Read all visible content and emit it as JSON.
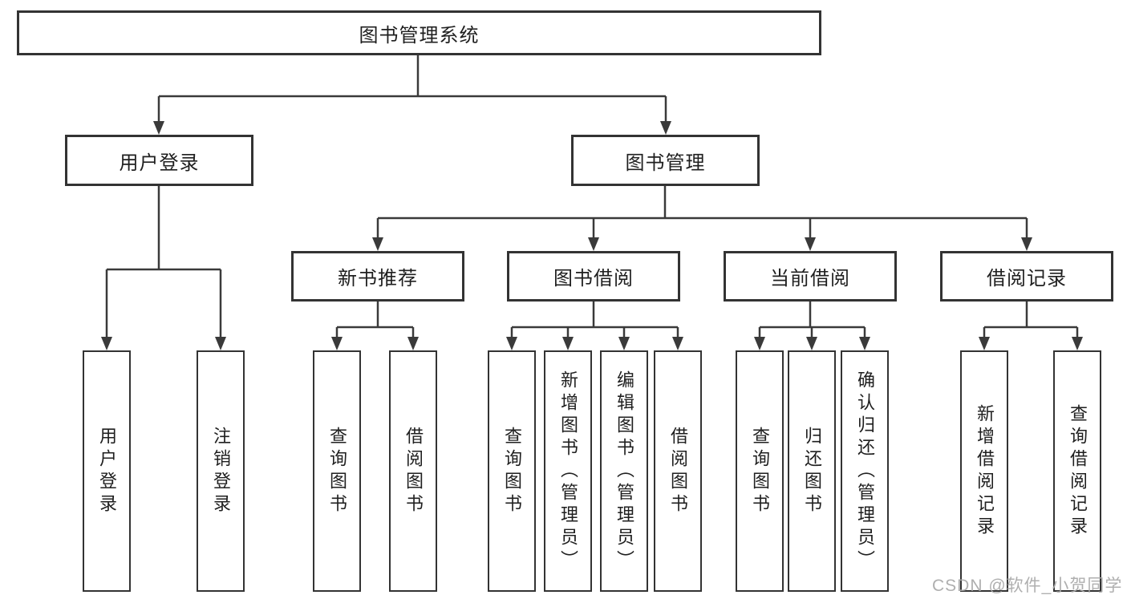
{
  "colors": {
    "background": "#ffffff",
    "line": "#3a3a3a",
    "box_border": "#333333",
    "text": "#1f1f1f",
    "watermark": "#a8a8a8"
  },
  "diagram": {
    "type": "hierarchy-tree",
    "root": {
      "label": "图书管理系统"
    },
    "level2": [
      {
        "id": "user-login",
        "label": "用户登录",
        "parent": "root"
      },
      {
        "id": "book-management",
        "label": "图书管理",
        "parent": "root"
      }
    ],
    "level3": [
      {
        "id": "new-book-recommend",
        "label": "新书推荐",
        "parent": "book-management"
      },
      {
        "id": "book-borrow",
        "label": "图书借阅",
        "parent": "book-management"
      },
      {
        "id": "current-borrow",
        "label": "当前借阅",
        "parent": "book-management"
      },
      {
        "id": "borrow-records",
        "label": "借阅记录",
        "parent": "book-management"
      }
    ],
    "leaves": [
      {
        "parent": "user-login",
        "label": "用户登录"
      },
      {
        "parent": "user-login",
        "label": "注销登录"
      },
      {
        "parent": "new-book-recommend",
        "label": "查询图书"
      },
      {
        "parent": "new-book-recommend",
        "label": "借阅图书"
      },
      {
        "parent": "book-borrow",
        "label": "查询图书"
      },
      {
        "parent": "book-borrow",
        "label": "新增图书（管理员）"
      },
      {
        "parent": "book-borrow",
        "label": "编辑图书（管理员）"
      },
      {
        "parent": "book-borrow",
        "label": "借阅图书"
      },
      {
        "parent": "current-borrow",
        "label": "查询图书"
      },
      {
        "parent": "current-borrow",
        "label": "归还图书"
      },
      {
        "parent": "current-borrow",
        "label": "确认归还（管理员）"
      },
      {
        "parent": "borrow-records",
        "label": "新增借阅记录"
      },
      {
        "parent": "borrow-records",
        "label": "查询借阅记录"
      }
    ]
  },
  "watermark": {
    "text": "CSDN @软件_小贺同学"
  }
}
